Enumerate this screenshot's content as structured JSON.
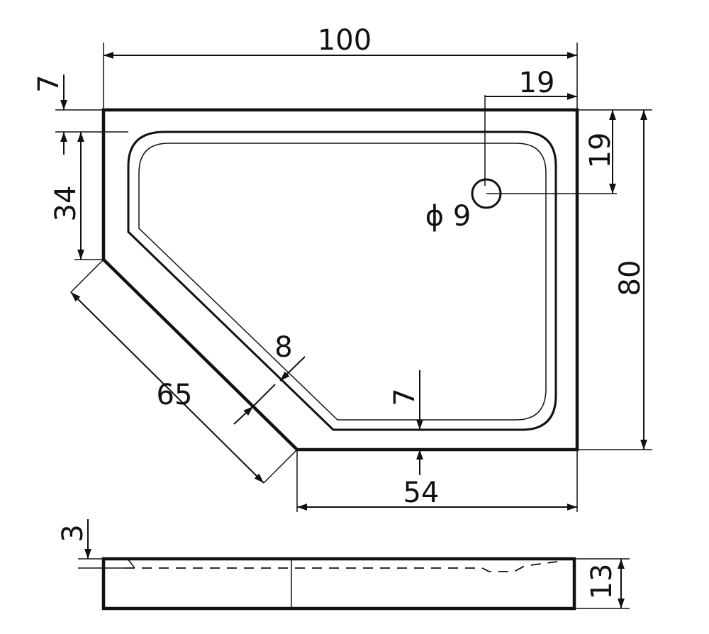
{
  "drawing": {
    "line_color": "#111111",
    "background": "#ffffff",
    "dimensions": {
      "width_total": "100",
      "drain_offset_x": "19",
      "drain_offset_y": "19",
      "rim_top": "7",
      "left_side": "34",
      "angled_side": "65",
      "angled_rim": "8",
      "rim_bottom": "7",
      "bottom_side": "54",
      "height_total": "80",
      "drain_diameter": "ϕ 9",
      "profile_step": "3",
      "profile_height": "13"
    }
  }
}
